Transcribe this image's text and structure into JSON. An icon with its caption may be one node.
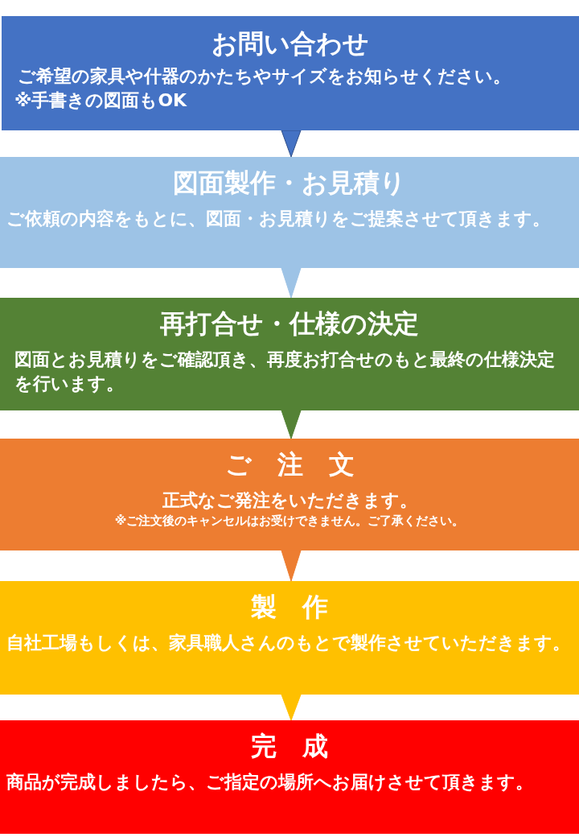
{
  "diagram": {
    "nodes": [
      {
        "text": [
          "お問い合わせ",
          "ご希望の家具や什器のかたちやサイズをお知らせください。",
          "※手書きの図面もOK"
        ]
      },
      {
        "text": [
          "図面製作・お見積り",
          "ご依頼の内容をもとに、図面・お見積りをご提案させて頂きます。"
        ]
      },
      {
        "text": [
          "再打合せ・仕様の決定",
          "図面とお見積りをご確認頂き、再度お打合せのもと最終の仕様決定を行います。"
        ]
      },
      {
        "text": [
          "ご　注　文",
          "正式なご発注をいただきます。",
          "※ご注文後のキャンセルはお受けできません。ご了承ください。"
        ]
      },
      {
        "text": [
          "製　作",
          "自社工場もしくは、家具職人さんのもとで製作させていただきます。"
        ]
      },
      {
        "text": [
          "完　成",
          "商品が完成しましたら、ご指定の場所へお届けさせて頂きます。"
        ]
      }
    ],
    "edges": [
      {
        "from": 0,
        "to": 1,
        "arrow": "to",
        "color": "#4472c4"
      },
      {
        "from": 1,
        "to": 2,
        "arrow": "to",
        "color": "#9dc3e6"
      },
      {
        "from": 2,
        "to": 3,
        "arrow": "to",
        "color": "#548235"
      },
      {
        "from": 3,
        "to": 4,
        "arrow": "to",
        "color": "#ed7d31"
      },
      {
        "from": 4,
        "to": 5,
        "arrow": "to",
        "color": "#ffc000"
      }
    ]
  }
}
